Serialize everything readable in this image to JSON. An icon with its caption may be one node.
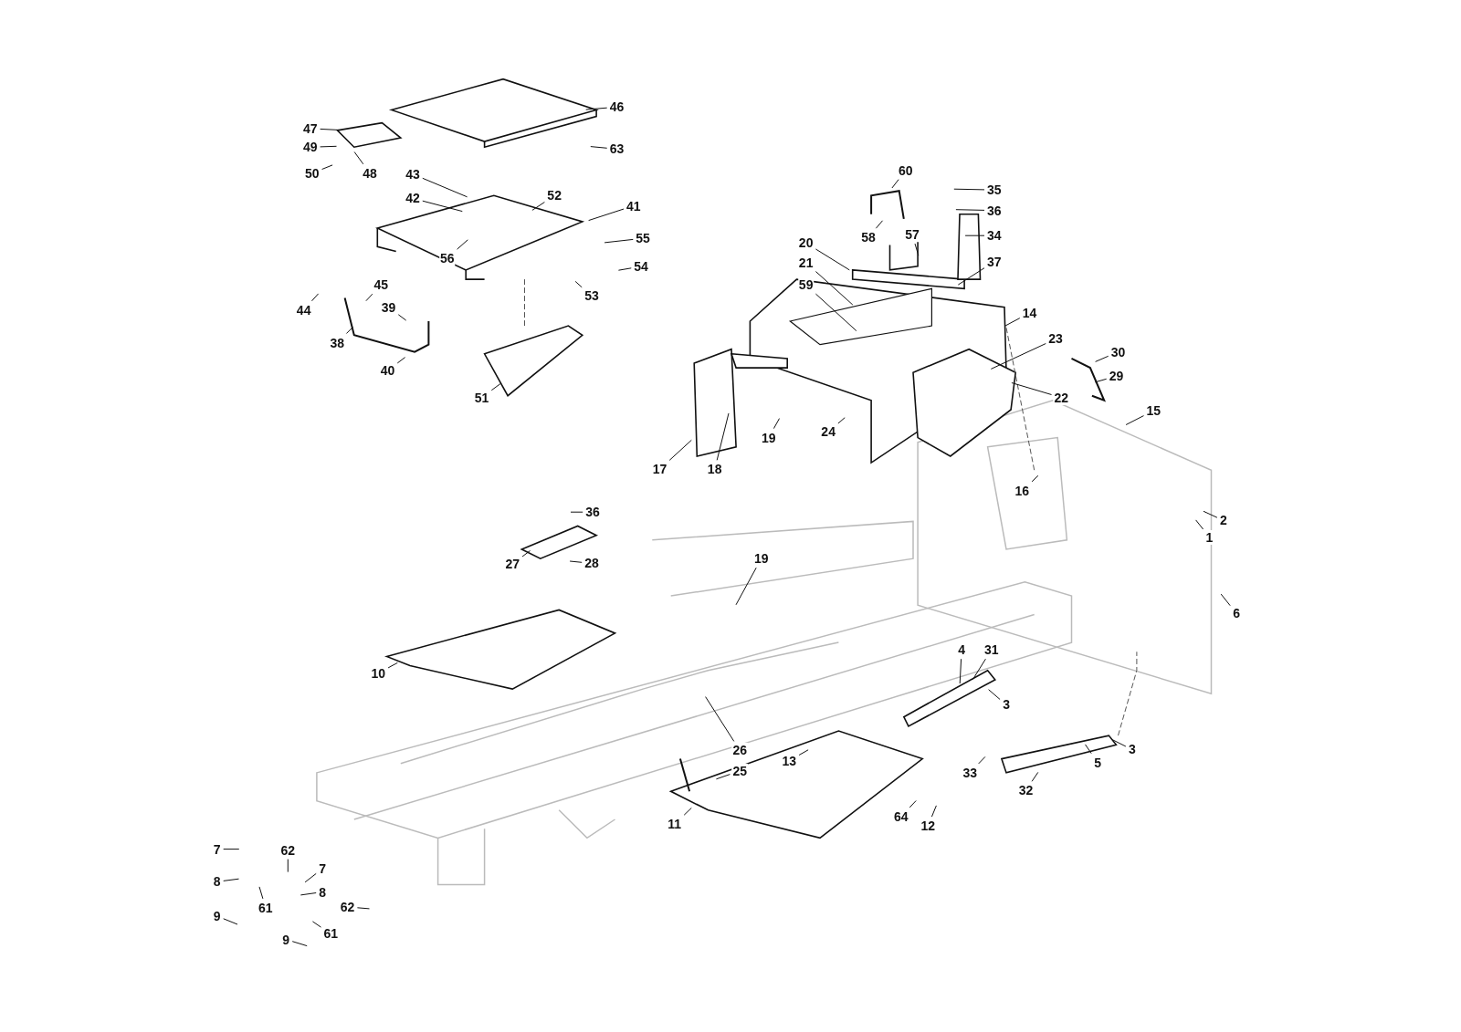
{
  "diagram": {
    "nodes": [
      {
        "text": [
          "46"
        ]
      },
      {
        "text": [
          "47"
        ]
      },
      {
        "text": [
          "49"
        ]
      },
      {
        "text": [
          "63"
        ]
      },
      {
        "text": [
          "50"
        ]
      },
      {
        "text": [
          "48"
        ]
      },
      {
        "text": [
          "43"
        ]
      },
      {
        "text": [
          "52"
        ]
      },
      {
        "text": [
          "42"
        ]
      },
      {
        "text": [
          "41"
        ]
      },
      {
        "text": [
          "55"
        ]
      },
      {
        "text": [
          "54"
        ]
      },
      {
        "text": [
          "56"
        ]
      },
      {
        "text": [
          "53"
        ]
      },
      {
        "text": [
          "45"
        ]
      },
      {
        "text": [
          "44"
        ]
      },
      {
        "text": [
          "39"
        ]
      },
      {
        "text": [
          "38"
        ]
      },
      {
        "text": [
          "40"
        ]
      },
      {
        "text": [
          "51"
        ]
      },
      {
        "text": [
          "60"
        ]
      },
      {
        "text": [
          "35"
        ]
      },
      {
        "text": [
          "36"
        ]
      },
      {
        "text": [
          "58"
        ]
      },
      {
        "text": [
          "57"
        ]
      },
      {
        "text": [
          "34"
        ]
      },
      {
        "text": [
          "20"
        ]
      },
      {
        "text": [
          "21"
        ]
      },
      {
        "text": [
          "37"
        ]
      },
      {
        "text": [
          "59"
        ]
      },
      {
        "text": [
          "14"
        ]
      },
      {
        "text": [
          "23"
        ]
      },
      {
        "text": [
          "30"
        ]
      },
      {
        "text": [
          "29"
        ]
      },
      {
        "text": [
          "22"
        ]
      },
      {
        "text": [
          "15"
        ]
      },
      {
        "text": [
          "24"
        ]
      },
      {
        "text": [
          "19"
        ]
      },
      {
        "text": [
          "17"
        ]
      },
      {
        "text": [
          "18"
        ]
      },
      {
        "text": [
          "16"
        ]
      },
      {
        "text": [
          "36"
        ]
      },
      {
        "text": [
          "2"
        ]
      },
      {
        "text": [
          "1"
        ]
      },
      {
        "text": [
          "19"
        ]
      },
      {
        "text": [
          "27"
        ]
      },
      {
        "text": [
          "28"
        ]
      },
      {
        "text": [
          "6"
        ]
      },
      {
        "text": [
          "4"
        ]
      },
      {
        "text": [
          "31"
        ]
      },
      {
        "text": [
          "10"
        ]
      },
      {
        "text": [
          "3"
        ]
      },
      {
        "text": [
          "3"
        ]
      },
      {
        "text": [
          "26"
        ]
      },
      {
        "text": [
          "13"
        ]
      },
      {
        "text": [
          "5"
        ]
      },
      {
        "text": [
          "25"
        ]
      },
      {
        "text": [
          "33"
        ]
      },
      {
        "text": [
          "32"
        ]
      },
      {
        "text": [
          "64"
        ]
      },
      {
        "text": [
          "11"
        ]
      },
      {
        "text": [
          "12"
        ]
      },
      {
        "text": [
          "7"
        ]
      },
      {
        "text": [
          "62"
        ]
      },
      {
        "text": [
          "7"
        ]
      },
      {
        "text": [
          "8"
        ]
      },
      {
        "text": [
          "8"
        ]
      },
      {
        "text": [
          "61"
        ]
      },
      {
        "text": [
          "62"
        ]
      },
      {
        "text": [
          "9"
        ]
      },
      {
        "text": [
          "9"
        ]
      },
      {
        "text": [
          "61"
        ]
      }
    ],
    "edges": [
      {
        "from": 0,
        "to": null,
        "arrow": "none"
      },
      {
        "from": 1,
        "to": null,
        "arrow": "none"
      },
      {
        "from": 2,
        "to": null,
        "arrow": "none"
      },
      {
        "from": 3,
        "to": null,
        "arrow": "none"
      },
      {
        "from": 4,
        "to": null,
        "arrow": "none"
      },
      {
        "from": 5,
        "to": null,
        "arrow": "none"
      },
      {
        "from": 6,
        "to": null,
        "arrow": "none"
      },
      {
        "from": 7,
        "to": null,
        "arrow": "none"
      },
      {
        "from": 8,
        "to": null,
        "arrow": "none"
      },
      {
        "from": 9,
        "to": null,
        "arrow": "none"
      },
      {
        "from": 10,
        "to": null,
        "arrow": "none"
      },
      {
        "from": 11,
        "to": null,
        "arrow": "none"
      },
      {
        "from": 12,
        "to": null,
        "arrow": "none"
      },
      {
        "from": 13,
        "to": null,
        "arrow": "none"
      },
      {
        "from": 14,
        "to": null,
        "arrow": "none"
      },
      {
        "from": 15,
        "to": null,
        "arrow": "none"
      },
      {
        "from": 16,
        "to": null,
        "arrow": "none"
      },
      {
        "from": 17,
        "to": null,
        "arrow": "none"
      },
      {
        "from": 18,
        "to": null,
        "arrow": "none"
      },
      {
        "from": 19,
        "to": null,
        "arrow": "none"
      },
      {
        "from": 20,
        "to": null,
        "arrow": "none"
      },
      {
        "from": 21,
        "to": null,
        "arrow": "none"
      },
      {
        "from": 22,
        "to": null,
        "arrow": "none"
      },
      {
        "from": 23,
        "to": null,
        "arrow": "none"
      },
      {
        "from": 24,
        "to": null,
        "arrow": "none"
      },
      {
        "from": 25,
        "to": null,
        "arrow": "none"
      },
      {
        "from": 26,
        "to": null,
        "arrow": "none"
      },
      {
        "from": 27,
        "to": null,
        "arrow": "none"
      },
      {
        "from": 28,
        "to": null,
        "arrow": "none"
      },
      {
        "from": 29,
        "to": null,
        "arrow": "none"
      },
      {
        "from": 30,
        "to": null,
        "arrow": "none"
      },
      {
        "from": 31,
        "to": null,
        "arrow": "none"
      },
      {
        "from": 32,
        "to": null,
        "arrow": "none"
      },
      {
        "from": 33,
        "to": null,
        "arrow": "none"
      },
      {
        "from": 34,
        "to": null,
        "arrow": "none"
      },
      {
        "from": 35,
        "to": null,
        "arrow": "none"
      },
      {
        "from": 36,
        "to": null,
        "arrow": "none"
      },
      {
        "from": 37,
        "to": null,
        "arrow": "none"
      },
      {
        "from": 38,
        "to": null,
        "arrow": "none"
      },
      {
        "from": 39,
        "to": null,
        "arrow": "none"
      },
      {
        "from": 40,
        "to": null,
        "arrow": "none"
      },
      {
        "from": 41,
        "to": null,
        "arrow": "none"
      },
      {
        "from": 42,
        "to": null,
        "arrow": "none"
      },
      {
        "from": 43,
        "to": null,
        "arrow": "none"
      },
      {
        "from": 44,
        "to": null,
        "arrow": "none"
      },
      {
        "from": 45,
        "to": null,
        "arrow": "none"
      },
      {
        "from": 46,
        "to": null,
        "arrow": "none"
      },
      {
        "from": 47,
        "to": null,
        "arrow": "none"
      },
      {
        "from": 48,
        "to": null,
        "arrow": "none"
      },
      {
        "from": 49,
        "to": null,
        "arrow": "none"
      },
      {
        "from": 50,
        "to": null,
        "arrow": "none"
      },
      {
        "from": 51,
        "to": null,
        "arrow": "none"
      },
      {
        "from": 52,
        "to": null,
        "arrow": "none"
      },
      {
        "from": 53,
        "to": null,
        "arrow": "none"
      },
      {
        "from": 54,
        "to": null,
        "arrow": "none"
      },
      {
        "from": 55,
        "to": null,
        "arrow": "none"
      },
      {
        "from": 56,
        "to": null,
        "arrow": "none"
      },
      {
        "from": 57,
        "to": null,
        "arrow": "none"
      },
      {
        "from": 58,
        "to": null,
        "arrow": "none"
      },
      {
        "from": 59,
        "to": null,
        "arrow": "none"
      },
      {
        "from": 60,
        "to": null,
        "arrow": "none"
      },
      {
        "from": 61,
        "to": null,
        "arrow": "none"
      },
      {
        "from": 62,
        "to": null,
        "arrow": "none"
      },
      {
        "from": 63,
        "to": null,
        "arrow": "none"
      },
      {
        "from": 64,
        "to": null,
        "arrow": "none"
      },
      {
        "from": 65,
        "to": null,
        "arrow": "none"
      },
      {
        "from": 66,
        "to": null,
        "arrow": "none"
      },
      {
        "from": 67,
        "to": null,
        "arrow": "none"
      },
      {
        "from": 68,
        "to": null,
        "arrow": "none"
      },
      {
        "from": 69,
        "to": null,
        "arrow": "none"
      },
      {
        "from": 70,
        "to": null,
        "arrow": "none"
      },
      {
        "from": 71,
        "to": null,
        "arrow": "none"
      }
    ]
  }
}
